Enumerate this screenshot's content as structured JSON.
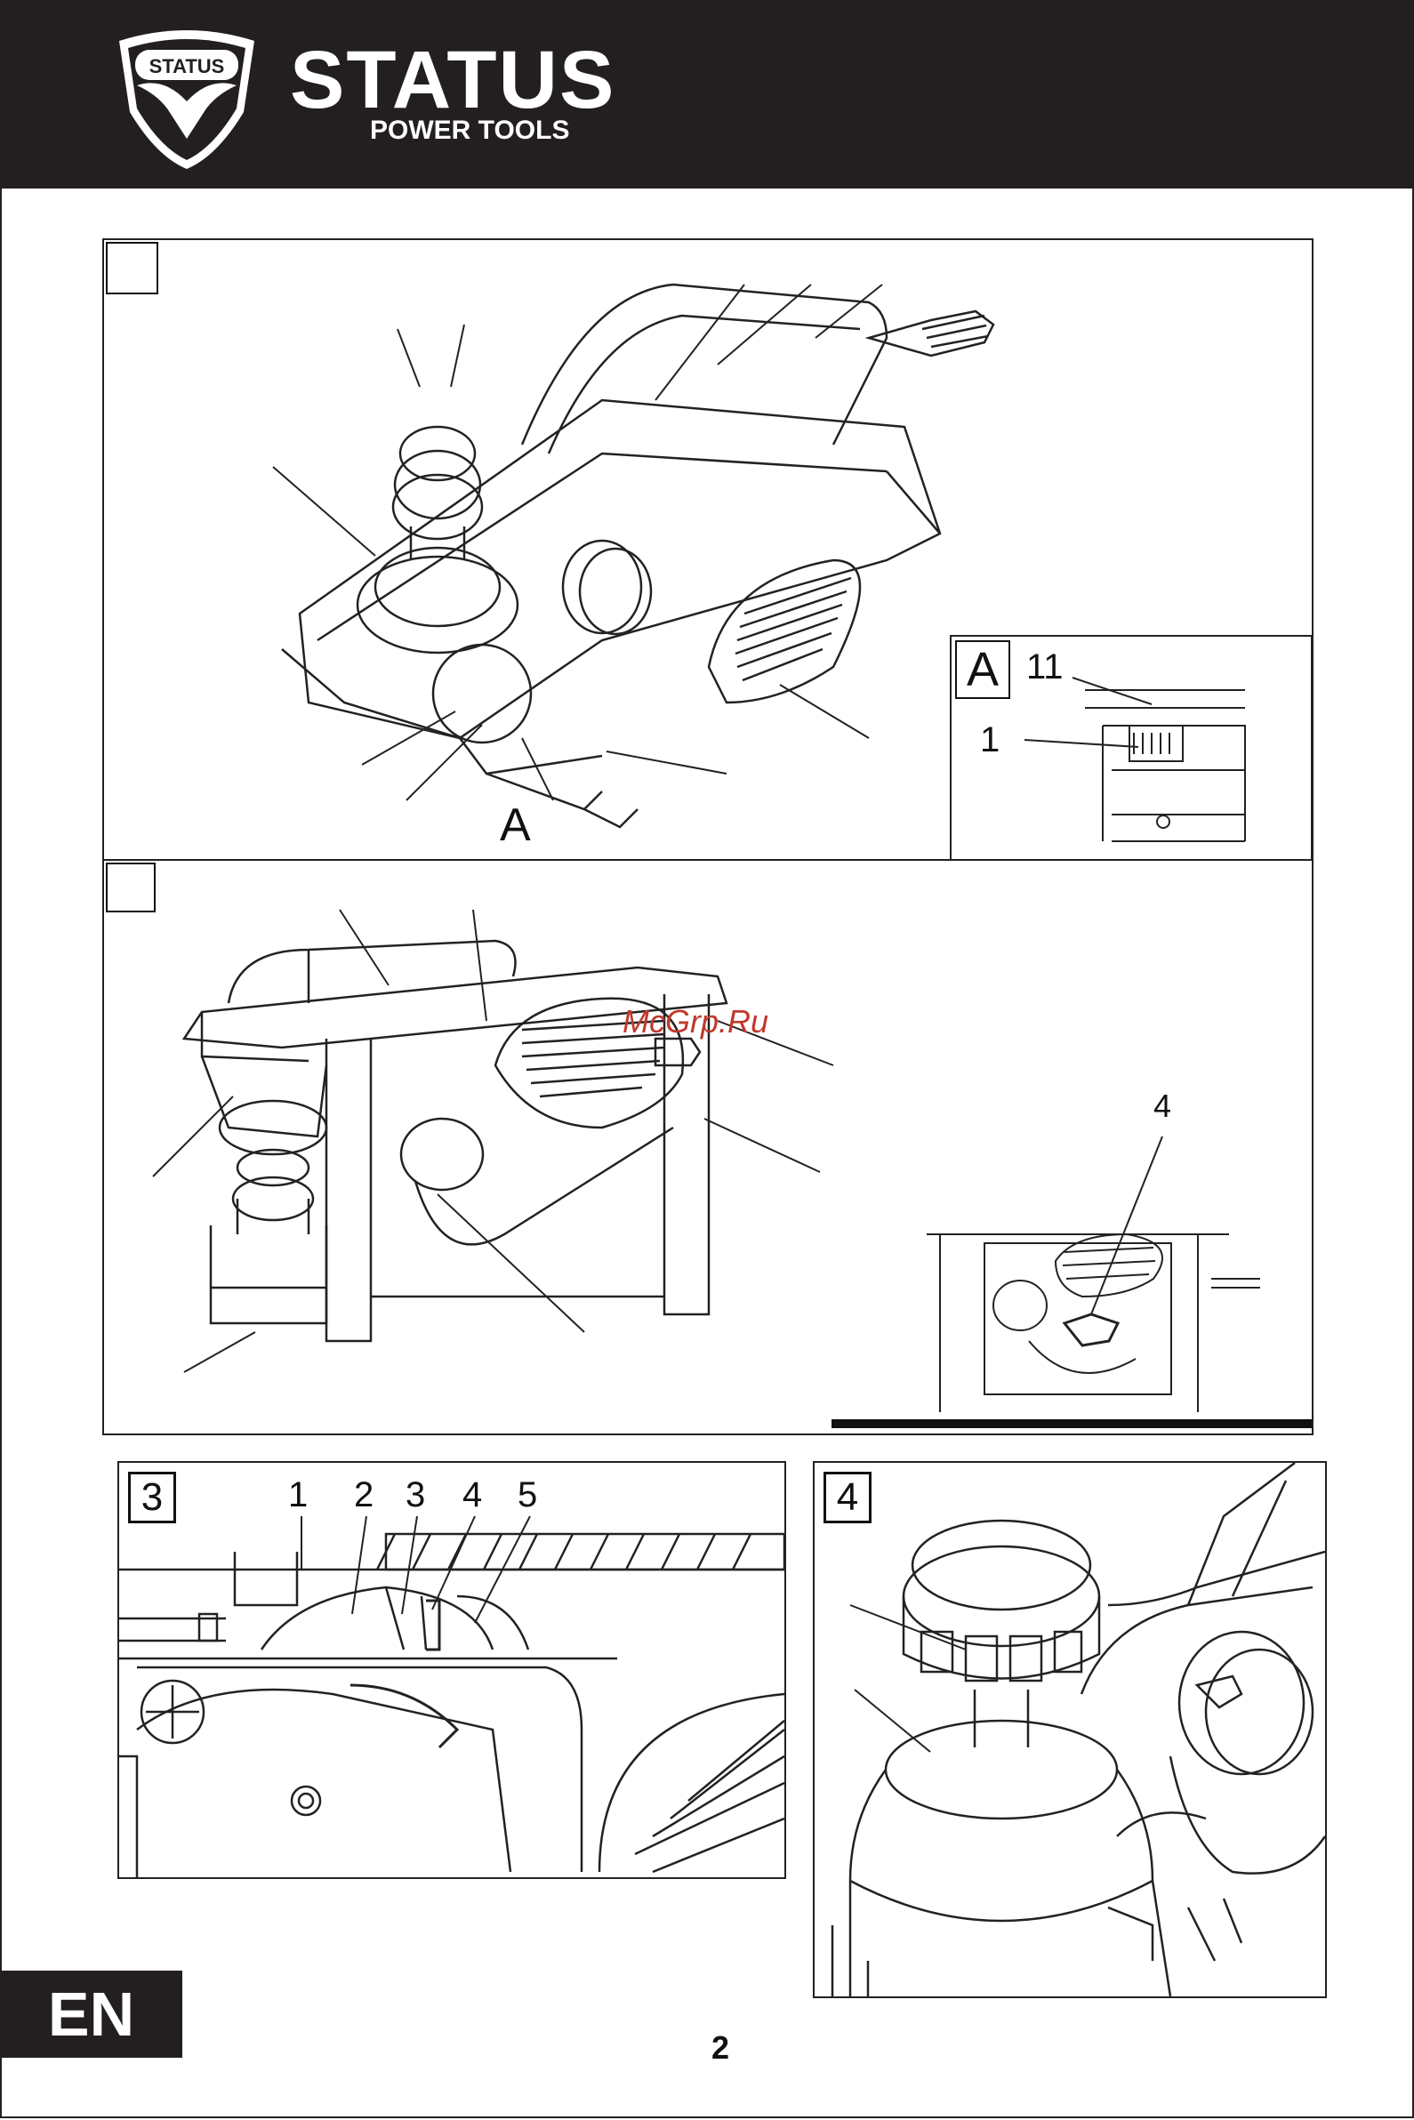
{
  "header": {
    "emblem_text": "STATUS",
    "brand_name": "STATUS",
    "brand_sub": "POWER TOOLS"
  },
  "figure1": {
    "detail_label": "A",
    "inset": {
      "letter": "A",
      "labels": [
        "11",
        "1"
      ]
    }
  },
  "figure2": {
    "inset_label": "4",
    "watermark": "McGrp.Ru"
  },
  "figure3": {
    "number": "3",
    "labels": [
      "1",
      "2",
      "3",
      "4",
      "5"
    ]
  },
  "figure4": {
    "number": "4"
  },
  "footer": {
    "language": "EN",
    "page_number": "2"
  },
  "colors": {
    "header_bg": "#231f20",
    "line": "#222222"
  }
}
